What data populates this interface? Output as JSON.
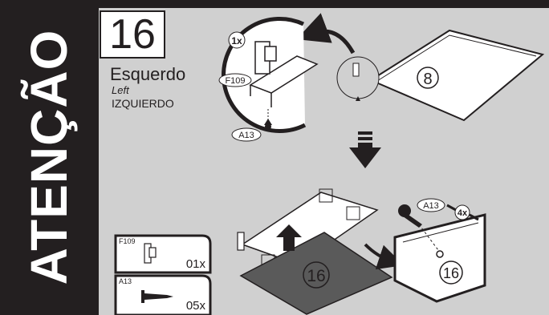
{
  "sidebar": {
    "warning": "ATENÇÃO"
  },
  "step": {
    "number": "16",
    "label_pt": "Esquerdo",
    "label_en": "Left",
    "label_es": "IZQUIERDO"
  },
  "callouts": {
    "qty_top": "1x",
    "part_f109": "F109",
    "part_a13": "A13",
    "panel_8": "8",
    "panel_16": "16",
    "panel_16_right": "16",
    "screw_a13": "A13",
    "qty_screws": "4x"
  },
  "parts": [
    {
      "code": "F109",
      "qty": "01x"
    },
    {
      "code": "A13",
      "qty": "05x"
    }
  ],
  "colors": {
    "background": "#d0d0d0",
    "dark": "#231f20",
    "panel": "#5a5a5a"
  }
}
